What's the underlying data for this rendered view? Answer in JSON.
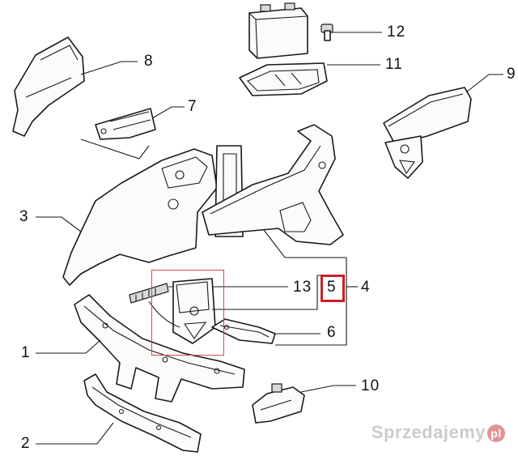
{
  "callouts": {
    "c1": "1",
    "c2": "2",
    "c3": "3",
    "c4": "4",
    "c5": "5",
    "c6": "6",
    "c7": "7",
    "c8": "8",
    "c9": "9",
    "c10": "10",
    "c11": "11",
    "c12": "12",
    "c13": "13"
  },
  "watermark": {
    "text": "Sprzedajemy",
    "suffix": "pl"
  },
  "colors": {
    "highlight": "#cc1d2a",
    "highlight_light": "#d14a4a",
    "line": "#1a1a1a"
  }
}
